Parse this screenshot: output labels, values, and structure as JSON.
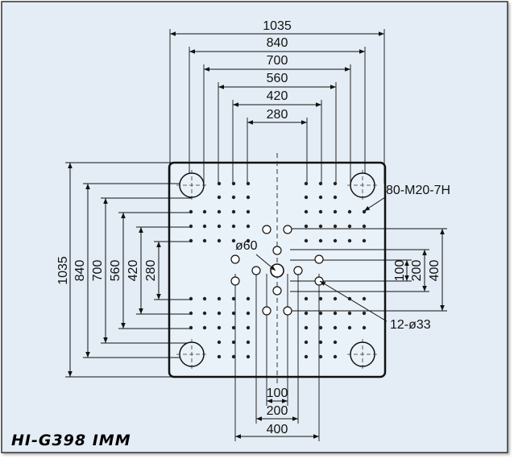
{
  "diagram": {
    "title": "HI-G398 IMM",
    "horizontal_dims": [
      "1035",
      "840",
      "700",
      "560",
      "420",
      "280"
    ],
    "vertical_dims": [
      "1035",
      "840",
      "700",
      "560",
      "420",
      "280"
    ],
    "right_dims": [
      "100",
      "200",
      "400"
    ],
    "bottom_dims": [
      "100",
      "200",
      "400"
    ],
    "callouts": {
      "thread": "80-M20-7H",
      "center_hole": "ø60",
      "holes": "12-ø33"
    },
    "colors": {
      "background": "#ffffff",
      "frame_fill": "#e5eef6",
      "platen": "#eaf2f9",
      "line": "#111111"
    }
  }
}
